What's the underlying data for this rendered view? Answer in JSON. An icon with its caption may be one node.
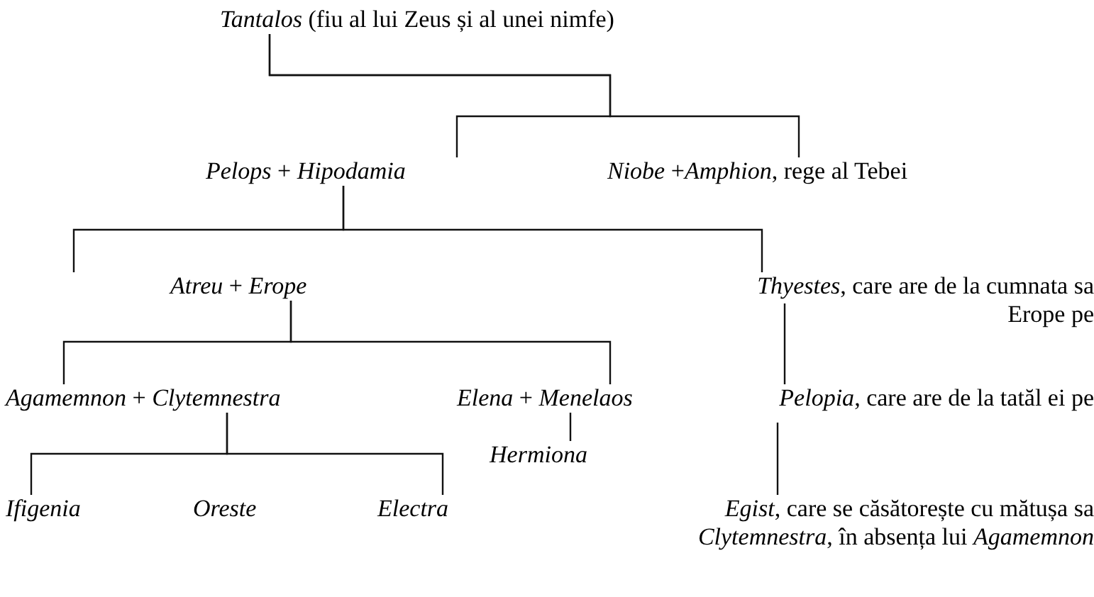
{
  "diagram": {
    "nodes": [
      {
        "text": [
          "*Tantalos* (fiu al lui Zeus și al unei nimfe)"
        ]
      },
      {
        "text": [
          "*Pelops* + *Hipodamia*"
        ]
      },
      {
        "text": [
          "*Niobe* +*Amphion*, rege al Tebei"
        ]
      },
      {
        "text": [
          "*Atreu* + *Erope*"
        ]
      },
      {
        "text": [
          "*Thyestes*, care are de la cumnata sa Erope pe"
        ]
      },
      {
        "text": [
          "*Agamemnon* + *Clytemnestra*"
        ]
      },
      {
        "text": [
          "*Elena* + *Menelaos*"
        ]
      },
      {
        "text": [
          "*Pelopia*, care are de la tatăl ei pe"
        ]
      },
      {
        "text": [
          "*Ifigenia*"
        ]
      },
      {
        "text": [
          "*Oreste*"
        ]
      },
      {
        "text": [
          "*Electra*"
        ]
      },
      {
        "text": [
          "*Hermiona*"
        ]
      },
      {
        "text": [
          "*Egist*, care se căsătorește cu mătușa sa *Clytemnestra*, în absența lui *Agamemnon*"
        ]
      }
    ],
    "edges": [
      {
        "from": 0,
        "to": 1,
        "arrow": "none"
      },
      {
        "from": 0,
        "to": 2,
        "arrow": "none"
      },
      {
        "from": 1,
        "to": 3,
        "arrow": "none"
      },
      {
        "from": 1,
        "to": 4,
        "arrow": "none"
      },
      {
        "from": 3,
        "to": 5,
        "arrow": "none"
      },
      {
        "from": 3,
        "to": 6,
        "arrow": "none"
      },
      {
        "from": 4,
        "to": 7,
        "arrow": "none"
      },
      {
        "from": 5,
        "to": 8,
        "arrow": "none"
      },
      {
        "from": 5,
        "to": 10,
        "arrow": "none"
      },
      {
        "from": 6,
        "to": 11,
        "arrow": "none"
      },
      {
        "from": 7,
        "to": 12,
        "arrow": "none"
      }
    ]
  }
}
